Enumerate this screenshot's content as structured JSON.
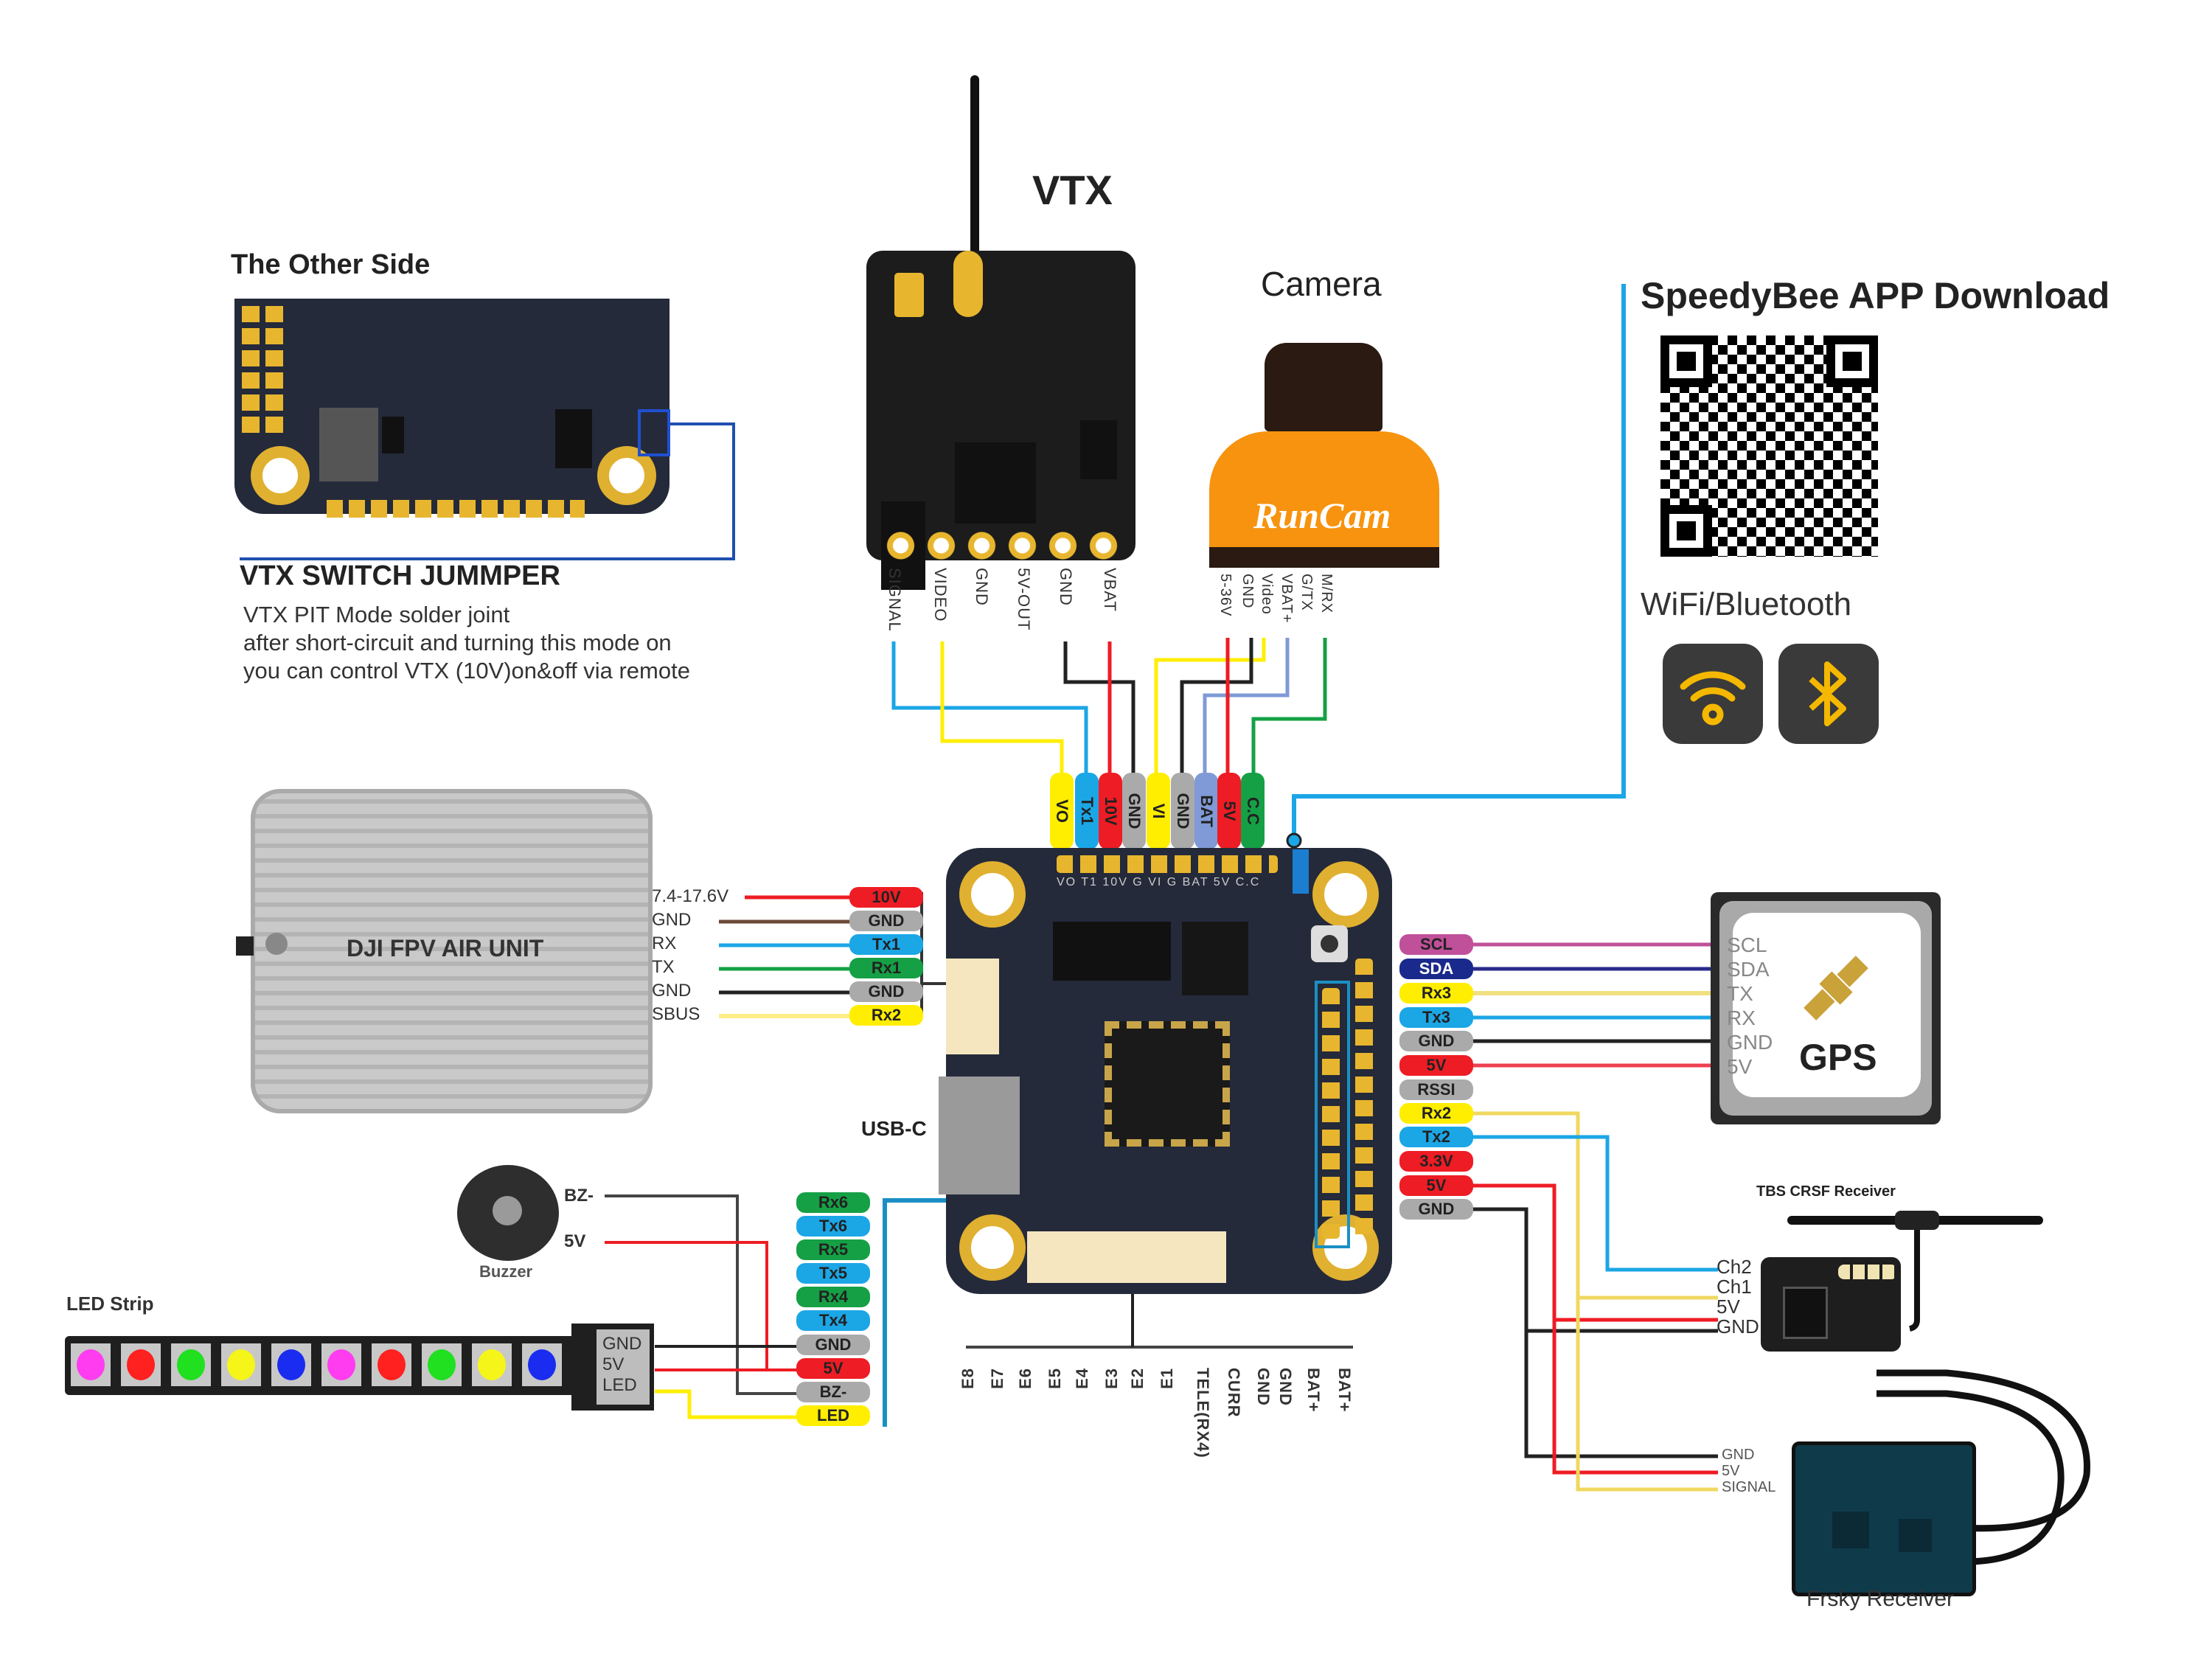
{
  "vtx": {
    "title": "VTX",
    "pins": [
      "SIGNAL",
      "VIDEO",
      "GND",
      "5V-OUT",
      "GND",
      "VBAT"
    ]
  },
  "camera": {
    "title": "Camera",
    "brand": "RunCam",
    "pins": [
      "5-36V",
      "GND",
      "Video",
      "VBAT+",
      "G/TX",
      "M/RX"
    ]
  },
  "other_side": {
    "title": "The Other Side",
    "jumper_title": "VTX SWITCH JUMMPER",
    "jumper_desc": [
      "VTX PIT Mode solder joint",
      "after short-circuit and turning this mode on",
      "you can control VTX (10V)on&off via remote"
    ]
  },
  "app": {
    "title": "SpeedyBee APP Download",
    "wireless_label": "WiFi/Bluetooth",
    "icons": [
      "wifi-icon",
      "bluetooth-icon"
    ]
  },
  "top_pads": {
    "labels": [
      "VO",
      "Tx1",
      "10V",
      "GND",
      "VI",
      "GND",
      "BAT",
      "5V",
      "C.C"
    ],
    "colors": [
      "#ffee00",
      "#1ba6e6",
      "#ee1c24",
      "#aaaaaa",
      "#ffee00",
      "#aaaaaa",
      "#7f9ad6",
      "#ee1c24",
      "#15a045"
    ],
    "silk": [
      "VO",
      "T1",
      "10V",
      "G",
      "VI",
      "G",
      "BAT",
      "5V",
      "C.C"
    ]
  },
  "dji": {
    "title": "DJI FPV AIR UNIT",
    "wires": [
      {
        "label": "7.4-17.6V",
        "pad": "10V",
        "color": "#ee1c24"
      },
      {
        "label": "GND",
        "pad": "GND",
        "color": "#aaaaaa"
      },
      {
        "label": "RX",
        "pad": "Tx1",
        "color": "#1ba6e6"
      },
      {
        "label": "TX",
        "pad": "Rx1",
        "color": "#15a045"
      },
      {
        "label": "GND",
        "pad": "GND",
        "color": "#aaaaaa"
      },
      {
        "label": "SBUS",
        "pad": "Rx2",
        "color": "#ffee00"
      }
    ]
  },
  "usb_label": "USB-C",
  "right_pads": [
    {
      "label": "SCL",
      "color": "#c0509a"
    },
    {
      "label": "SDA",
      "color": "#1a2a8c"
    },
    {
      "label": "Rx3",
      "color": "#ffee00"
    },
    {
      "label": "Tx3",
      "color": "#1ba6e6"
    },
    {
      "label": "GND",
      "color": "#aaaaaa"
    },
    {
      "label": "5V",
      "color": "#ee1c24"
    },
    {
      "label": "RSSI",
      "color": "#aaaaaa"
    },
    {
      "label": "Rx2",
      "color": "#ffee00"
    },
    {
      "label": "Tx2",
      "color": "#1ba6e6"
    },
    {
      "label": "3.3V",
      "color": "#ee1c24"
    },
    {
      "label": "5V",
      "color": "#ee1c24"
    },
    {
      "label": "GND",
      "color": "#aaaaaa"
    }
  ],
  "gps": {
    "title": "GPS",
    "pins": [
      "SCL",
      "SDA",
      "TX",
      "RX",
      "GND",
      "5V"
    ]
  },
  "tbs": {
    "title": "TBS CRSF Receiver",
    "pins": [
      "Ch2",
      "Ch1",
      "5V",
      "GND"
    ]
  },
  "frsky": {
    "title": "Frsky Receiver",
    "pins": [
      "GND",
      "5V",
      "SIGNAL"
    ]
  },
  "left_pads": [
    {
      "label": "Rx6",
      "color": "#15a045"
    },
    {
      "label": "Tx6",
      "color": "#1ba6e6"
    },
    {
      "label": "Rx5",
      "color": "#15a045"
    },
    {
      "label": "Tx5",
      "color": "#1ba6e6"
    },
    {
      "label": "Rx4",
      "color": "#15a045"
    },
    {
      "label": "Tx4",
      "color": "#1ba6e6"
    },
    {
      "label": "GND",
      "color": "#aaaaaa"
    },
    {
      "label": "5V",
      "color": "#ee1c24"
    },
    {
      "label": "BZ-",
      "color": "#aaaaaa"
    },
    {
      "label": "LED",
      "color": "#ffee00"
    }
  ],
  "buzzer": {
    "title": "Buzzer",
    "pins": [
      "BZ-",
      "5V"
    ]
  },
  "led_strip": {
    "title": "LED Strip",
    "pins": [
      "GND",
      "5V",
      "LED"
    ],
    "led_colors": [
      "#ff3cf0",
      "#ff2020",
      "#20e020",
      "#f5f51a",
      "#1a2cf0",
      "#ff3cf0",
      "#ff2020",
      "#20e020",
      "#f5f51a",
      "#1a2cf0"
    ]
  },
  "esc_connector": {
    "pins": [
      "E8",
      "E7",
      "E6",
      "E5",
      "E4",
      "E3",
      "E2",
      "E1",
      "TELE(RX4)",
      "CURR",
      "GND",
      "GND",
      "BAT+",
      "BAT+"
    ]
  }
}
